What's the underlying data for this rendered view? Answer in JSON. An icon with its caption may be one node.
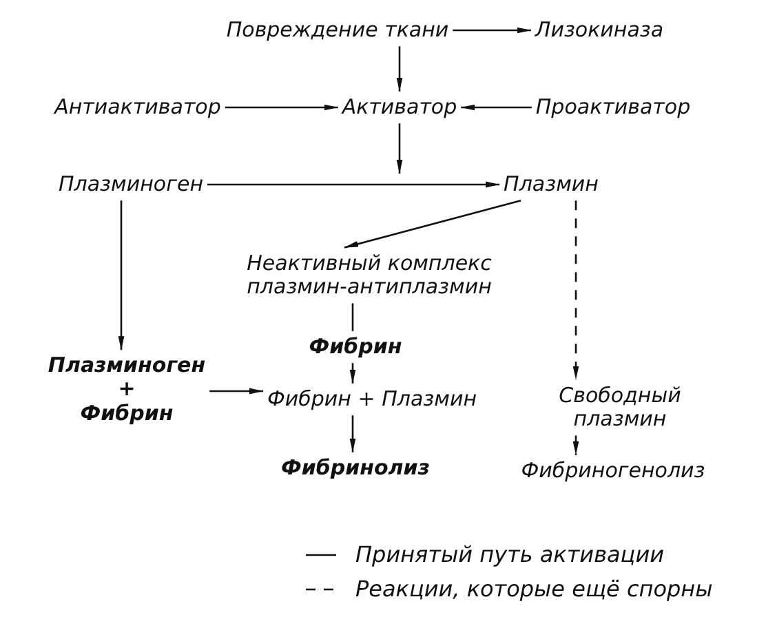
{
  "diagram": {
    "nodes": [
      {
        "text": [
          "Повреждение ткани"
        ]
      },
      {
        "text": [
          "Лизокиназа"
        ]
      },
      {
        "text": [
          "Антиактиватор"
        ]
      },
      {
        "text": [
          "Активатор"
        ]
      },
      {
        "text": [
          "Проактиватор"
        ]
      },
      {
        "text": [
          "Плазминоген"
        ]
      },
      {
        "text": [
          "Плазмин"
        ]
      },
      {
        "text": [
          "Неактивный комплекс плазмин-антиплазмин"
        ]
      },
      {
        "text": [
          "Фибрин"
        ]
      },
      {
        "text": [
          "Плазминоген + Фибрин"
        ]
      },
      {
        "text": [
          "Фибрин + Плазмин"
        ]
      },
      {
        "text": [
          "Свободный плазмин"
        ]
      },
      {
        "text": [
          "Фибринолиз"
        ]
      },
      {
        "text": [
          "Фибриногенолиз"
        ]
      }
    ],
    "edges": [
      {
        "from": 0,
        "to": 1,
        "arrow": "to"
      },
      {
        "from": 0,
        "to": 3,
        "arrow": "to"
      },
      {
        "from": 2,
        "to": 3,
        "arrow": "to"
      },
      {
        "from": 4,
        "to": 3,
        "arrow": "to"
      },
      {
        "from": 3,
        "to": null,
        "arrow": "to"
      },
      {
        "from": 5,
        "to": 6,
        "arrow": "to"
      },
      {
        "from": 6,
        "to": 7,
        "arrow": "to"
      },
      {
        "from": 6,
        "to": 11,
        "arrow": "to",
        "style": "dashed"
      },
      {
        "from": 5,
        "to": 9,
        "arrow": "to"
      },
      {
        "from": 7,
        "to": 8,
        "arrow": "none"
      },
      {
        "from": 8,
        "to": 10,
        "arrow": "to"
      },
      {
        "from": 9,
        "to": 10,
        "arrow": "to"
      },
      {
        "from": 10,
        "to": 12,
        "arrow": "to"
      },
      {
        "from": 11,
        "to": 13,
        "arrow": "to",
        "style": "dashed"
      }
    ],
    "legend": [
      {
        "text": "Принятый путь активации"
      },
      {
        "text": "Реакции, которые ещё спорны"
      }
    ]
  }
}
